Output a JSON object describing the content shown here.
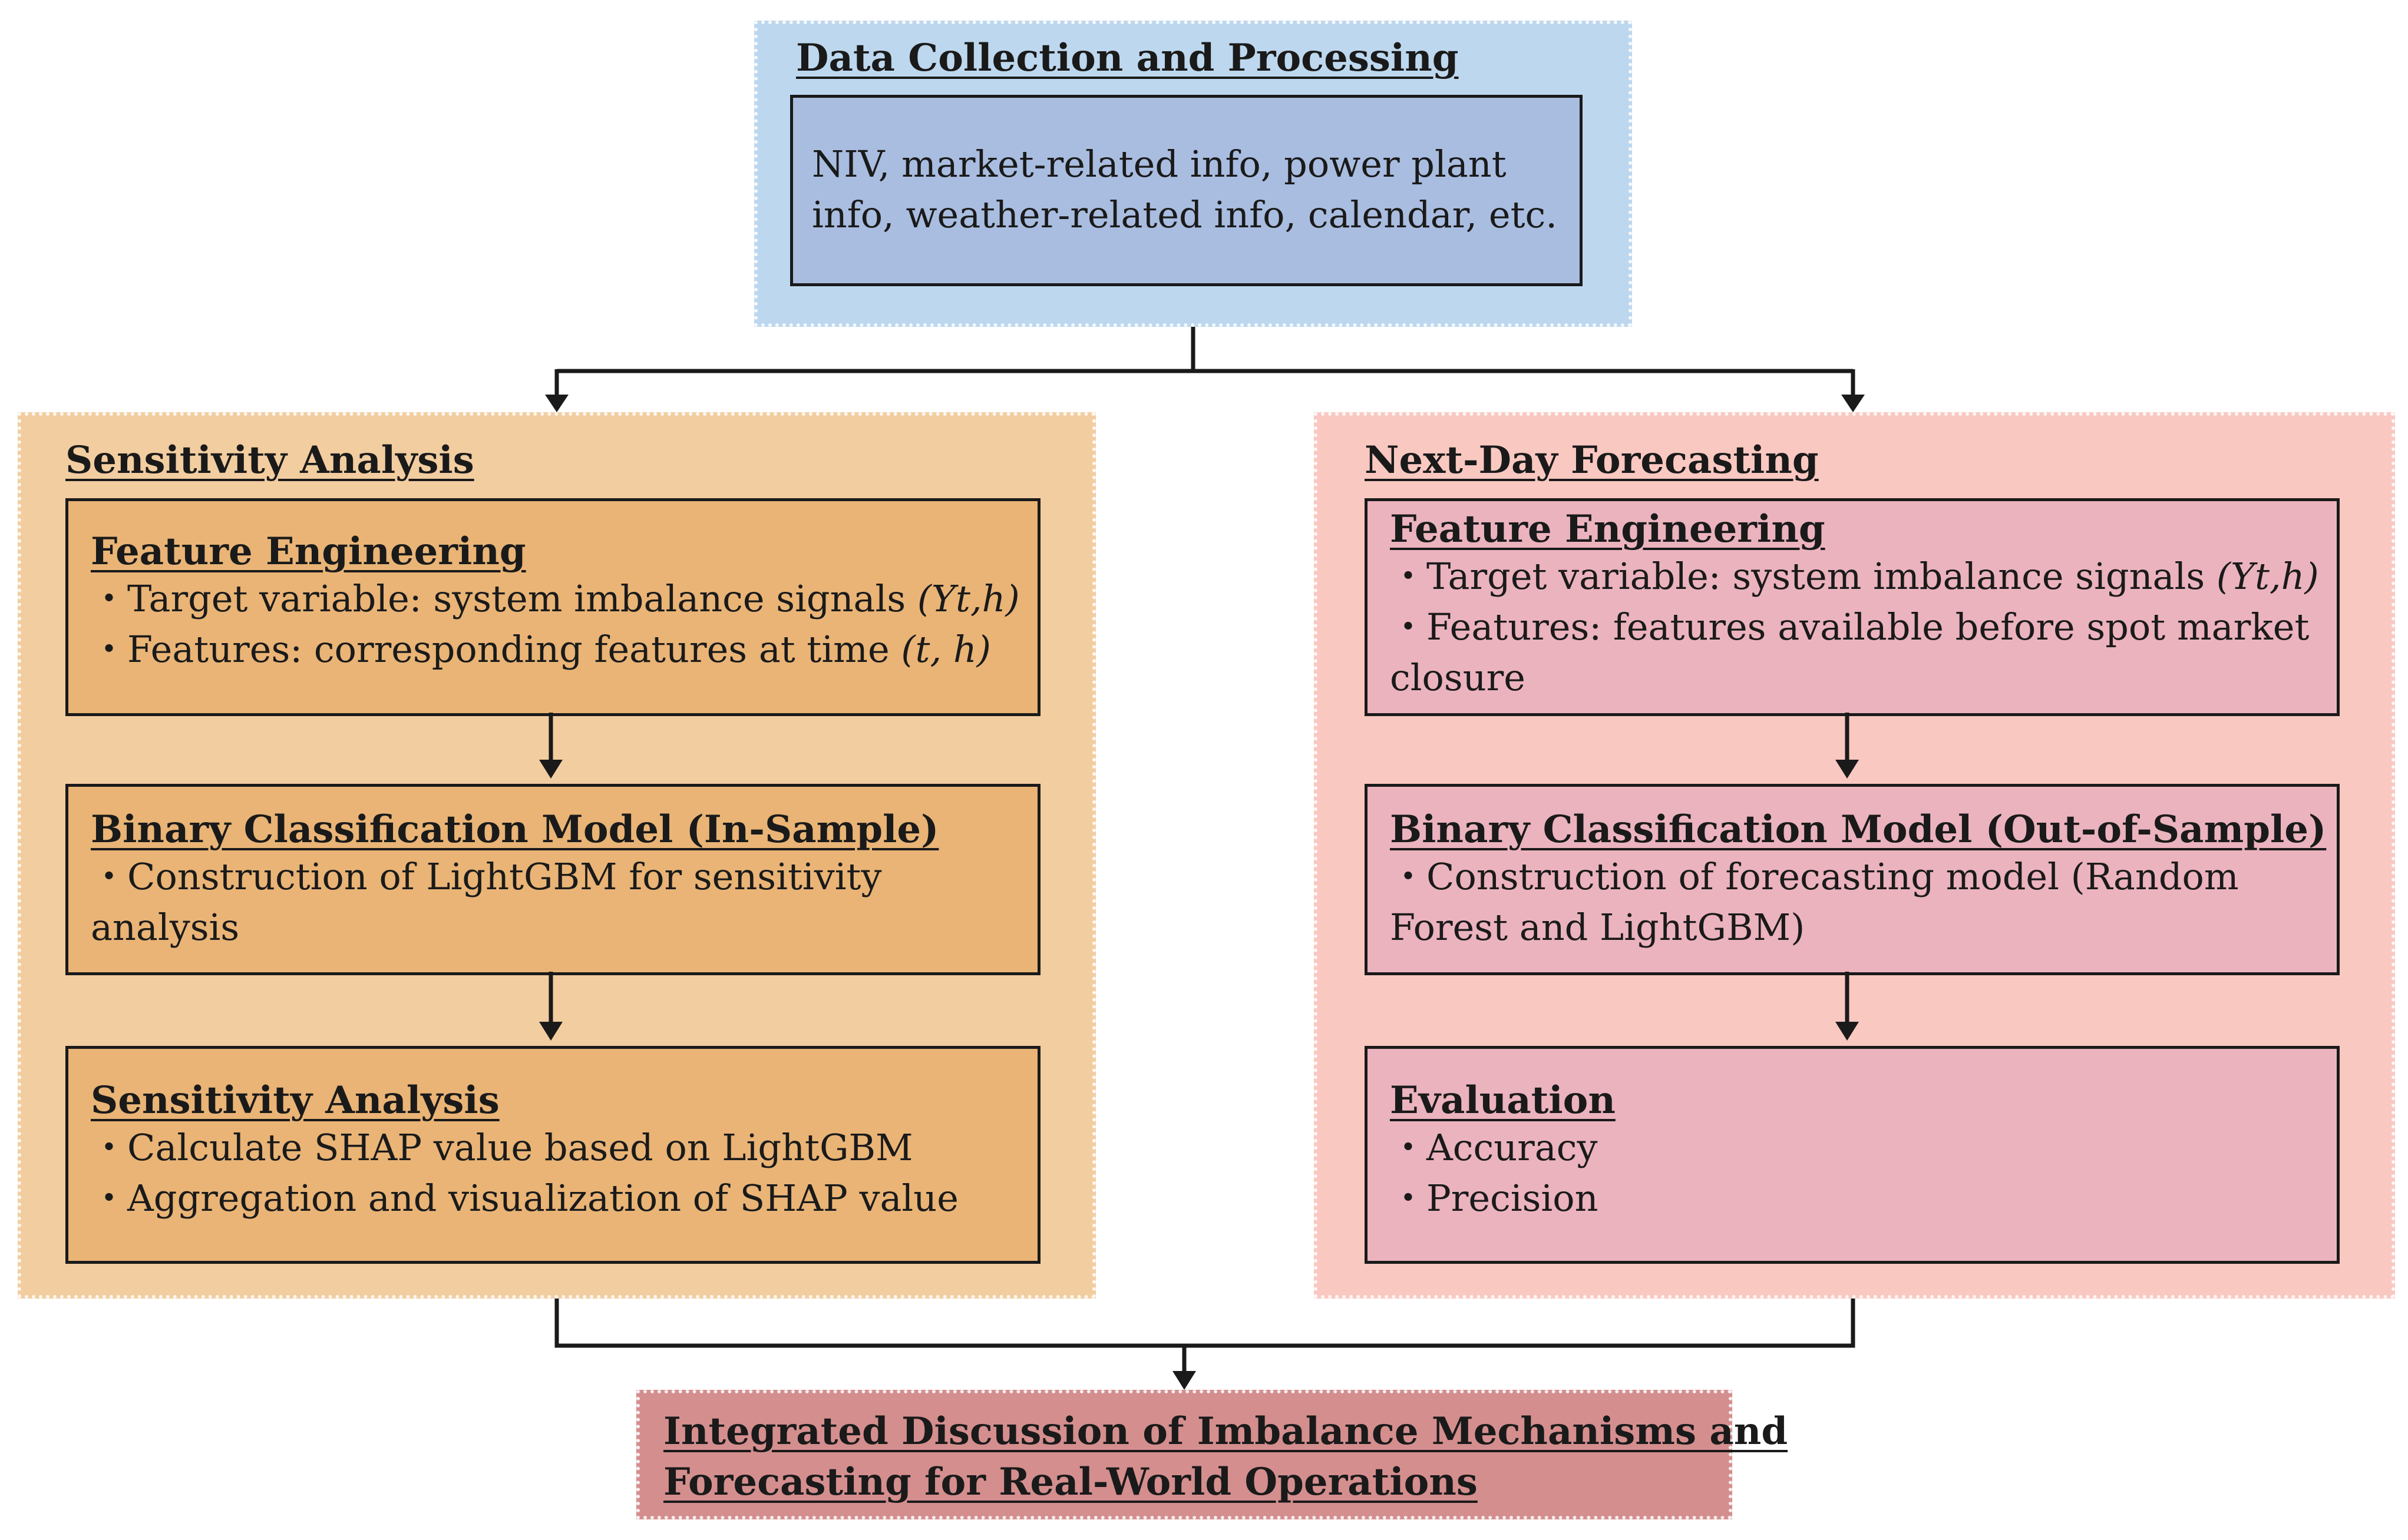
{
  "colors": {
    "data_outer": "#bdd7ee",
    "data_inner": "#a9bde0",
    "sens_outer": "#f2cda0",
    "sens_inner": "#e9b476",
    "fore_outer": "#f9c8c1",
    "fore_inner": "#ebb3be",
    "integrated": "#d48e8e",
    "arrow": "#1a1a1a"
  },
  "data_collection": {
    "title": "Data Collection and Processing",
    "line1": "NIV, market-related info, power plant",
    "line2": "info, weather-related info, calendar, etc."
  },
  "sensitivity": {
    "title": "Sensitivity Analysis",
    "feature": {
      "title": "Feature Engineering",
      "b1_text": "Target variable: system imbalance signals ",
      "b1_math": "(Yt,h)",
      "b2_text": "Features: corresponding features at time ",
      "b2_math": "(t, h)"
    },
    "model": {
      "title": "Binary Classification Model (In-Sample)",
      "b1_line1": "Construction of LightGBM for sensitivity",
      "b1_line2": "analysis"
    },
    "analysis": {
      "title": "Sensitivity Analysis",
      "b1": "Calculate SHAP value based on LightGBM",
      "b2": "Aggregation and visualization of SHAP value"
    }
  },
  "forecasting": {
    "title": "Next-Day Forecasting",
    "feature": {
      "title": "Feature Engineering",
      "b1_text": "Target variable: system imbalance signals ",
      "b1_math": "(Yt,h)",
      "b2_line1": "Features: features available before spot market",
      "b2_line2": "closure"
    },
    "model": {
      "title": "Binary Classification Model (Out-of-Sample)",
      "b1_line1": "Construction of forecasting model (Random",
      "b1_line2": "Forest and LightGBM)"
    },
    "evaluation": {
      "title": "Evaluation",
      "b1": "Accuracy",
      "b2": "Precision"
    }
  },
  "integrated": {
    "line1": "Integrated Discussion of Imbalance Mechanisms and",
    "line2": "Forecasting for Real-World Operations"
  }
}
